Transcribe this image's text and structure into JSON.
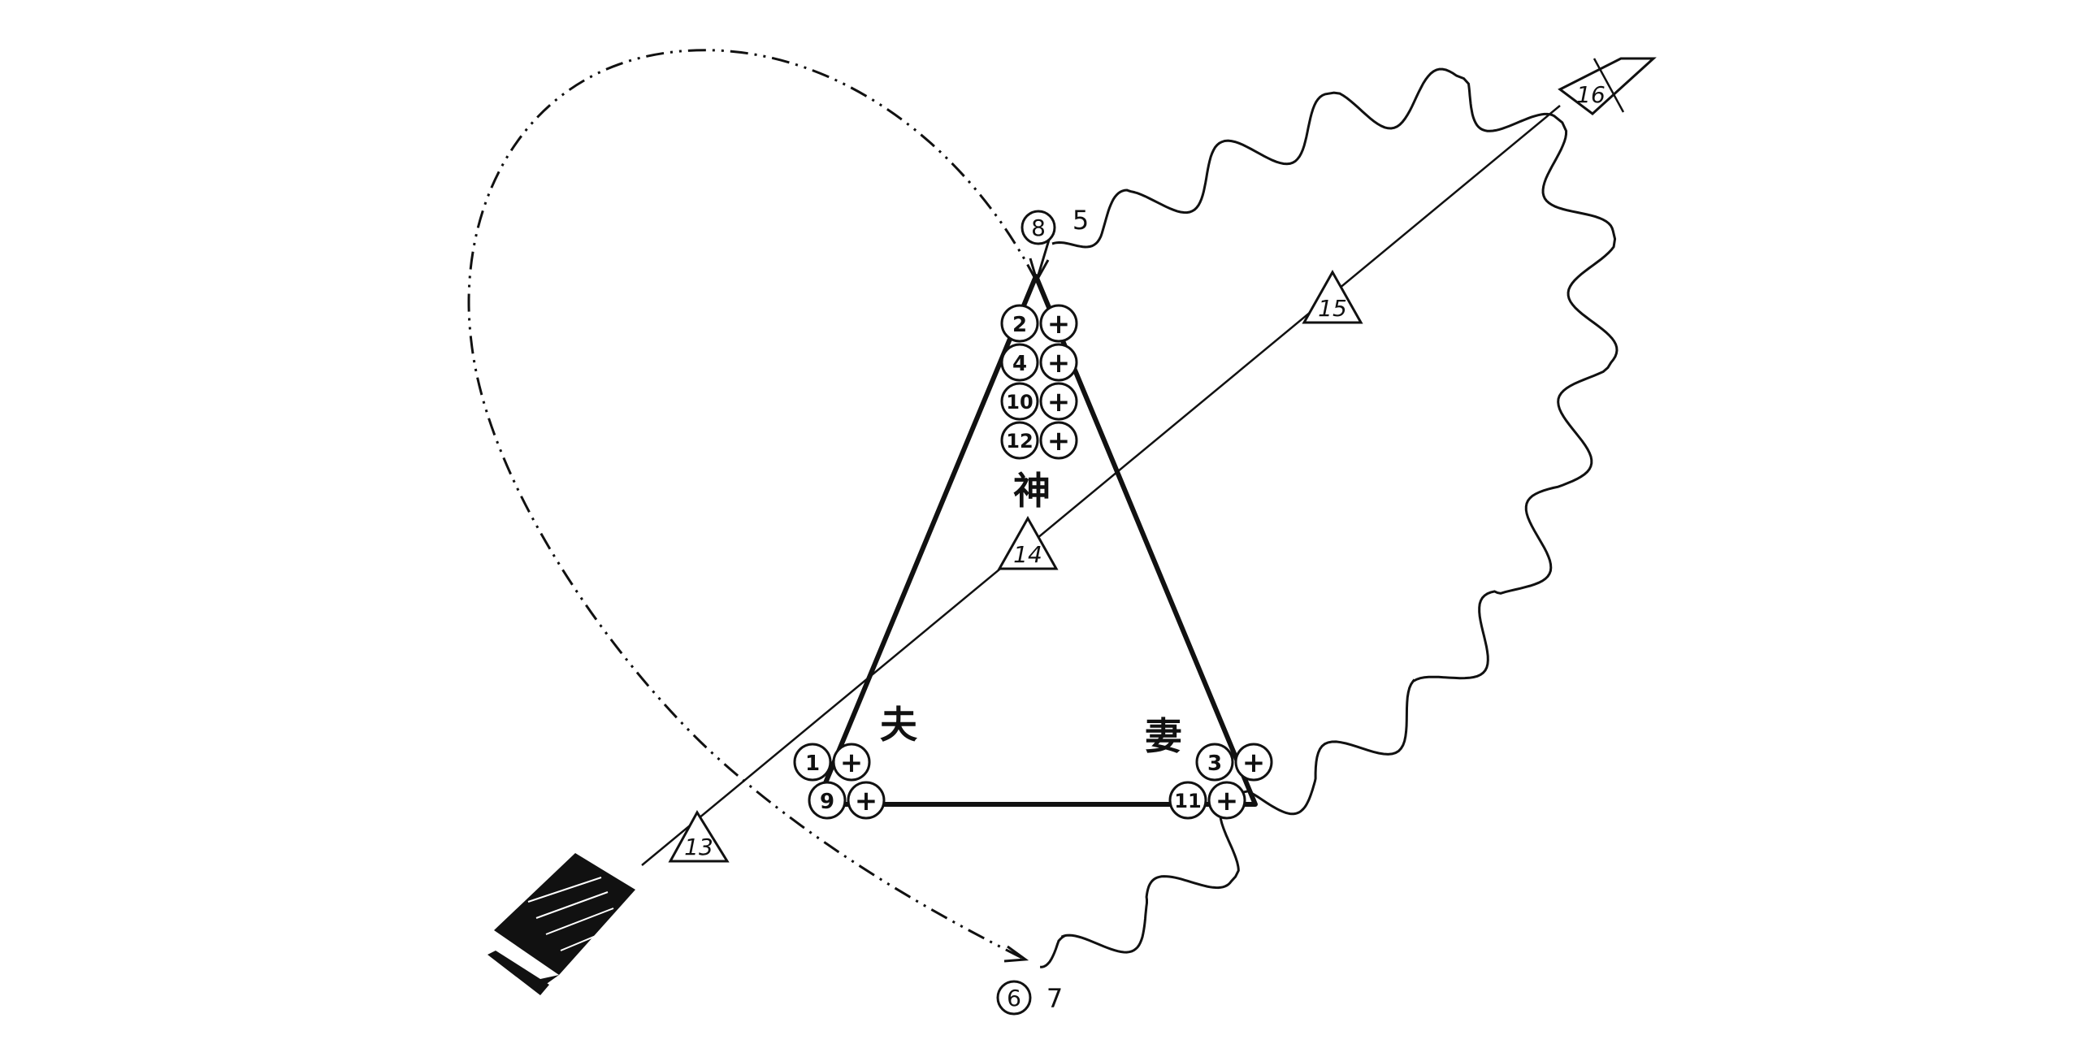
{
  "triangle_labels": {
    "top": "神",
    "left": "夫",
    "right": "妻"
  },
  "top_circles": [
    {
      "num": "2",
      "sign": "+"
    },
    {
      "num": "4",
      "sign": "+"
    },
    {
      "num": "10",
      "sign": "+"
    },
    {
      "num": "12",
      "sign": "+"
    }
  ],
  "left_circles": [
    {
      "num": "1",
      "sign": "+"
    },
    {
      "num": "9",
      "sign": "+"
    }
  ],
  "right_circles": [
    {
      "num": "3",
      "sign": "+"
    },
    {
      "num": "11",
      "sign": "+"
    }
  ],
  "apex_marker": {
    "circled": "8",
    "plain": "5"
  },
  "bottom_marker": {
    "circled": "6",
    "plain": "7"
  },
  "arrow_markers": {
    "m13": "13",
    "m14": "14",
    "m15": "15",
    "m16": "16"
  },
  "colors": {
    "ink": "#111111",
    "paper": "#ffffff"
  }
}
